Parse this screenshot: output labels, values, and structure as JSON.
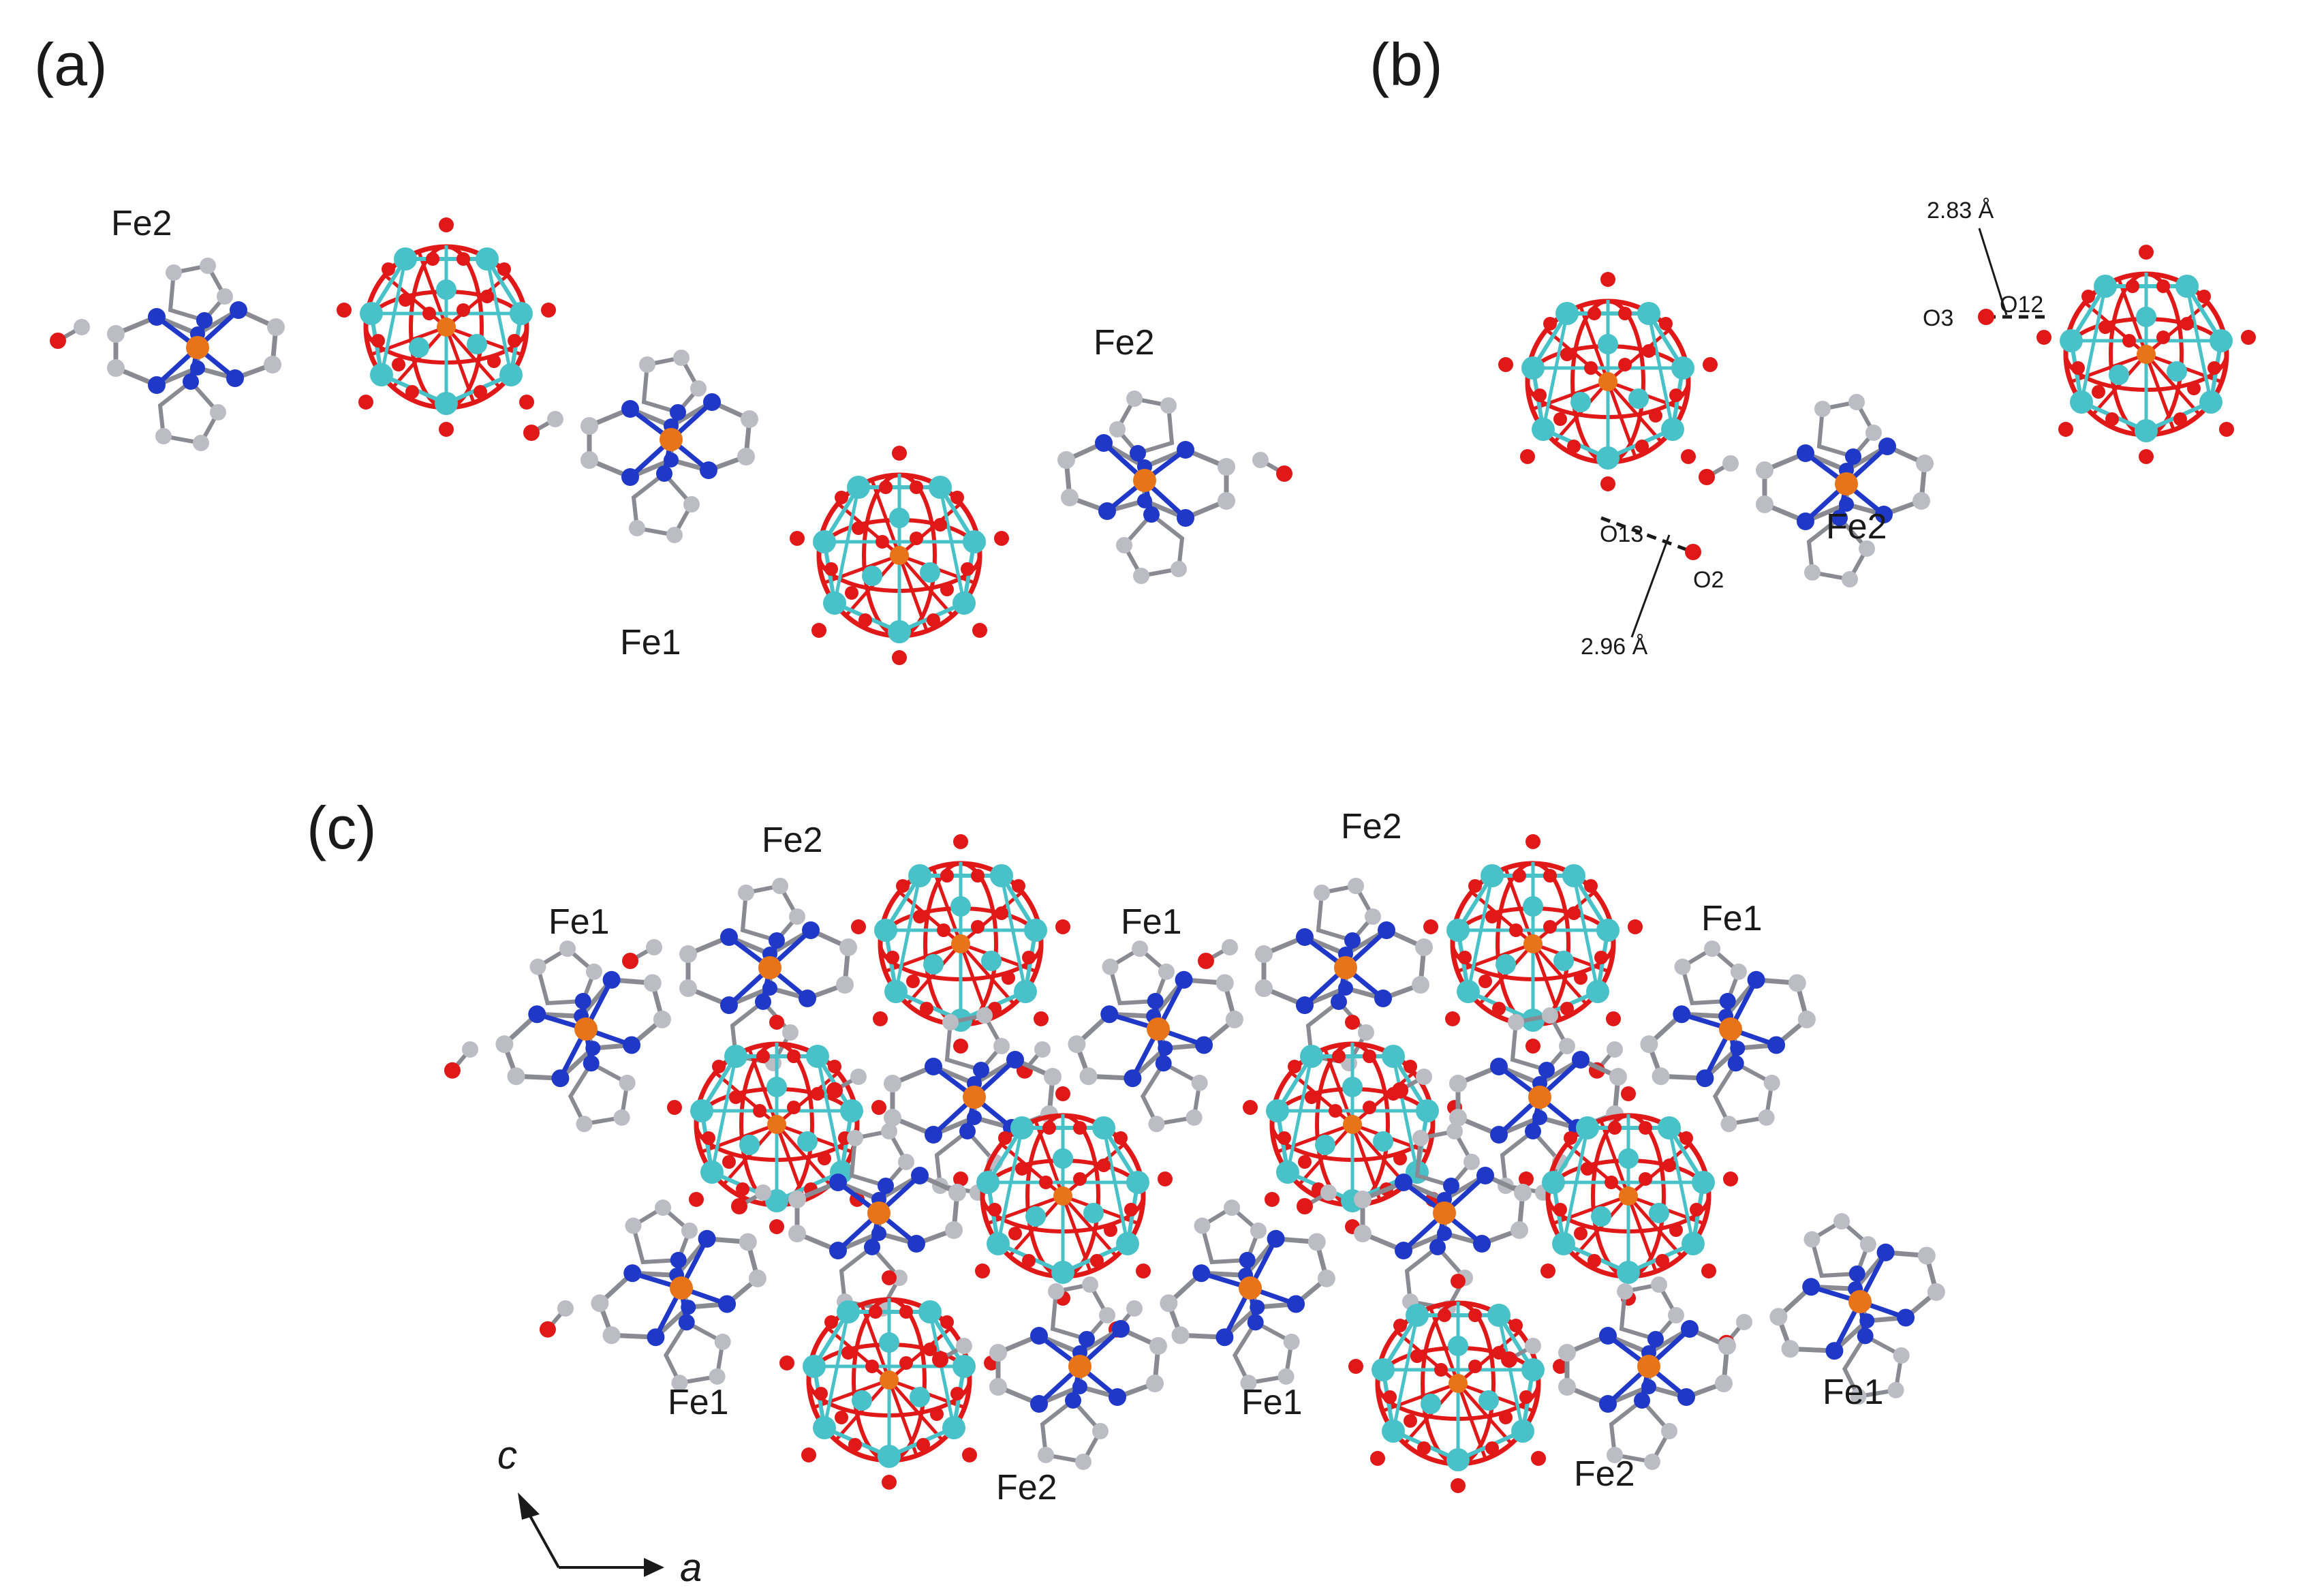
{
  "panels": {
    "a": {
      "letter": "(a)",
      "labels": {
        "fe2_left": "Fe2",
        "fe1": "Fe1",
        "fe2_right": "Fe2"
      }
    },
    "b": {
      "letter": "(b)",
      "labels": {
        "o3": "O3",
        "o12": "O12",
        "dist_top": "2.83 Å",
        "o13": "O13",
        "o2": "O2",
        "dist_bottom": "2.96 Å",
        "fe2": "Fe2"
      }
    },
    "c": {
      "letter": "(c)",
      "labels": {
        "fe2_top_left": "Fe2",
        "fe2_top_right": "Fe2",
        "fe1_1": "Fe1",
        "fe1_2": "Fe1",
        "fe1_3": "Fe1",
        "fe1_4": "Fe1",
        "fe1_5": "Fe1",
        "fe1_6": "Fe1",
        "fe2_bottom_left": "Fe2",
        "fe2_bottom_right": "Fe2"
      },
      "axes": {
        "c": "c",
        "a": "a"
      }
    }
  },
  "colors": {
    "iron": "#e8741a",
    "oxygen": "#e01818",
    "metal_cyan": "#48c2c8",
    "nitrogen": "#2038c8",
    "carbon": "#bcbcc4",
    "bond_grey": "#8a8a92"
  }
}
